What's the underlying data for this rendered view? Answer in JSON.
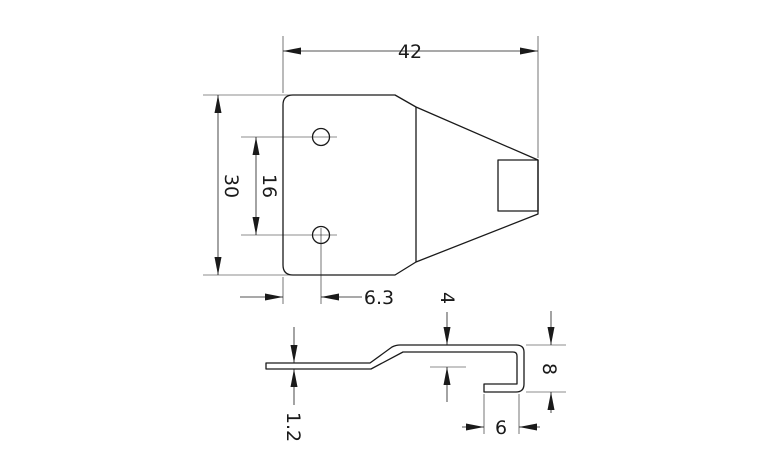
{
  "dimensions": {
    "overall_width": "42",
    "overall_height": "30",
    "hole_spacing": "16",
    "hole_offset": "6.3",
    "rib_height": "4",
    "thickness": "1.2",
    "hook_height": "8",
    "hook_width": "6"
  }
}
